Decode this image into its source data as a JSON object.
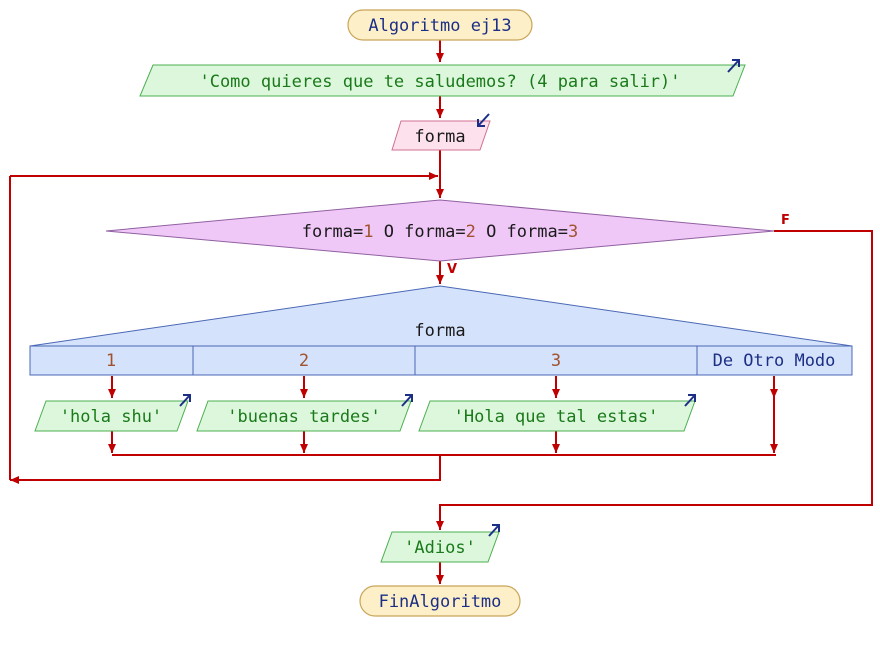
{
  "algorithm": {
    "start": "Algoritmo ej13",
    "end": "FinAlgoritmo"
  },
  "steps": {
    "prompt": "'Como quieres que te saludemos? (4 para salir)'",
    "read_var": "forma",
    "farewell": "'Adios'"
  },
  "loop_condition": {
    "parts": [
      {
        "text": "forma=",
        "kind": "plain"
      },
      {
        "text": "1",
        "kind": "num"
      },
      {
        "text": " O forma=",
        "kind": "plain"
      },
      {
        "text": "2",
        "kind": "num"
      },
      {
        "text": " O forma=",
        "kind": "plain"
      },
      {
        "text": "3",
        "kind": "num"
      }
    ],
    "true_label": "V",
    "false_label": "F"
  },
  "switch": {
    "variable": "forma",
    "cases": [
      {
        "label": "1",
        "output": "'hola shu'"
      },
      {
        "label": "2",
        "output": "'buenas tardes'"
      },
      {
        "label": "3",
        "output": "'Hola que tal estas'"
      }
    ],
    "default_label": "De Otro Modo"
  },
  "colors": {
    "flow": "#c00000",
    "terminal_fill": "#fdf0c8",
    "terminal_stroke": "#c9a55a",
    "output_fill": "#ddf7dd",
    "output_stroke": "#4caf50",
    "input_fill": "#fde2ee",
    "input_stroke": "#d07090",
    "decision_fill": "#f0c8f8",
    "decision_stroke": "#9060a0",
    "switch_fill": "#d4e2fb",
    "switch_stroke": "#4a68b5",
    "io_arrow": "#1c2f86"
  }
}
